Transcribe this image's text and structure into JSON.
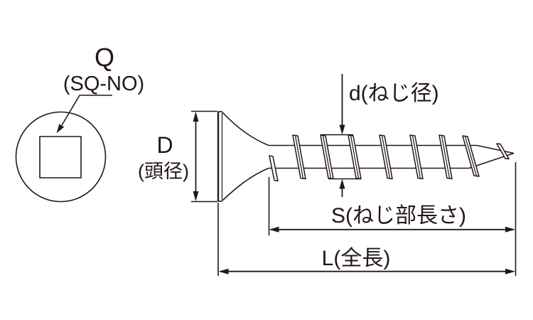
{
  "diagram": {
    "left_view": {
      "drive_symbol": "Q",
      "drive_note": "(SQ-NO)"
    },
    "side_view": {
      "head_diameter_symbol": "D",
      "head_diameter_note": "(頭径)",
      "thread_diameter_label": "d(ねじ径)",
      "thread_length_label": "S(ねじ部長さ)",
      "overall_length_label": "L(全長)"
    },
    "colors": {
      "ink": "#231815",
      "background": "#ffffff"
    }
  }
}
